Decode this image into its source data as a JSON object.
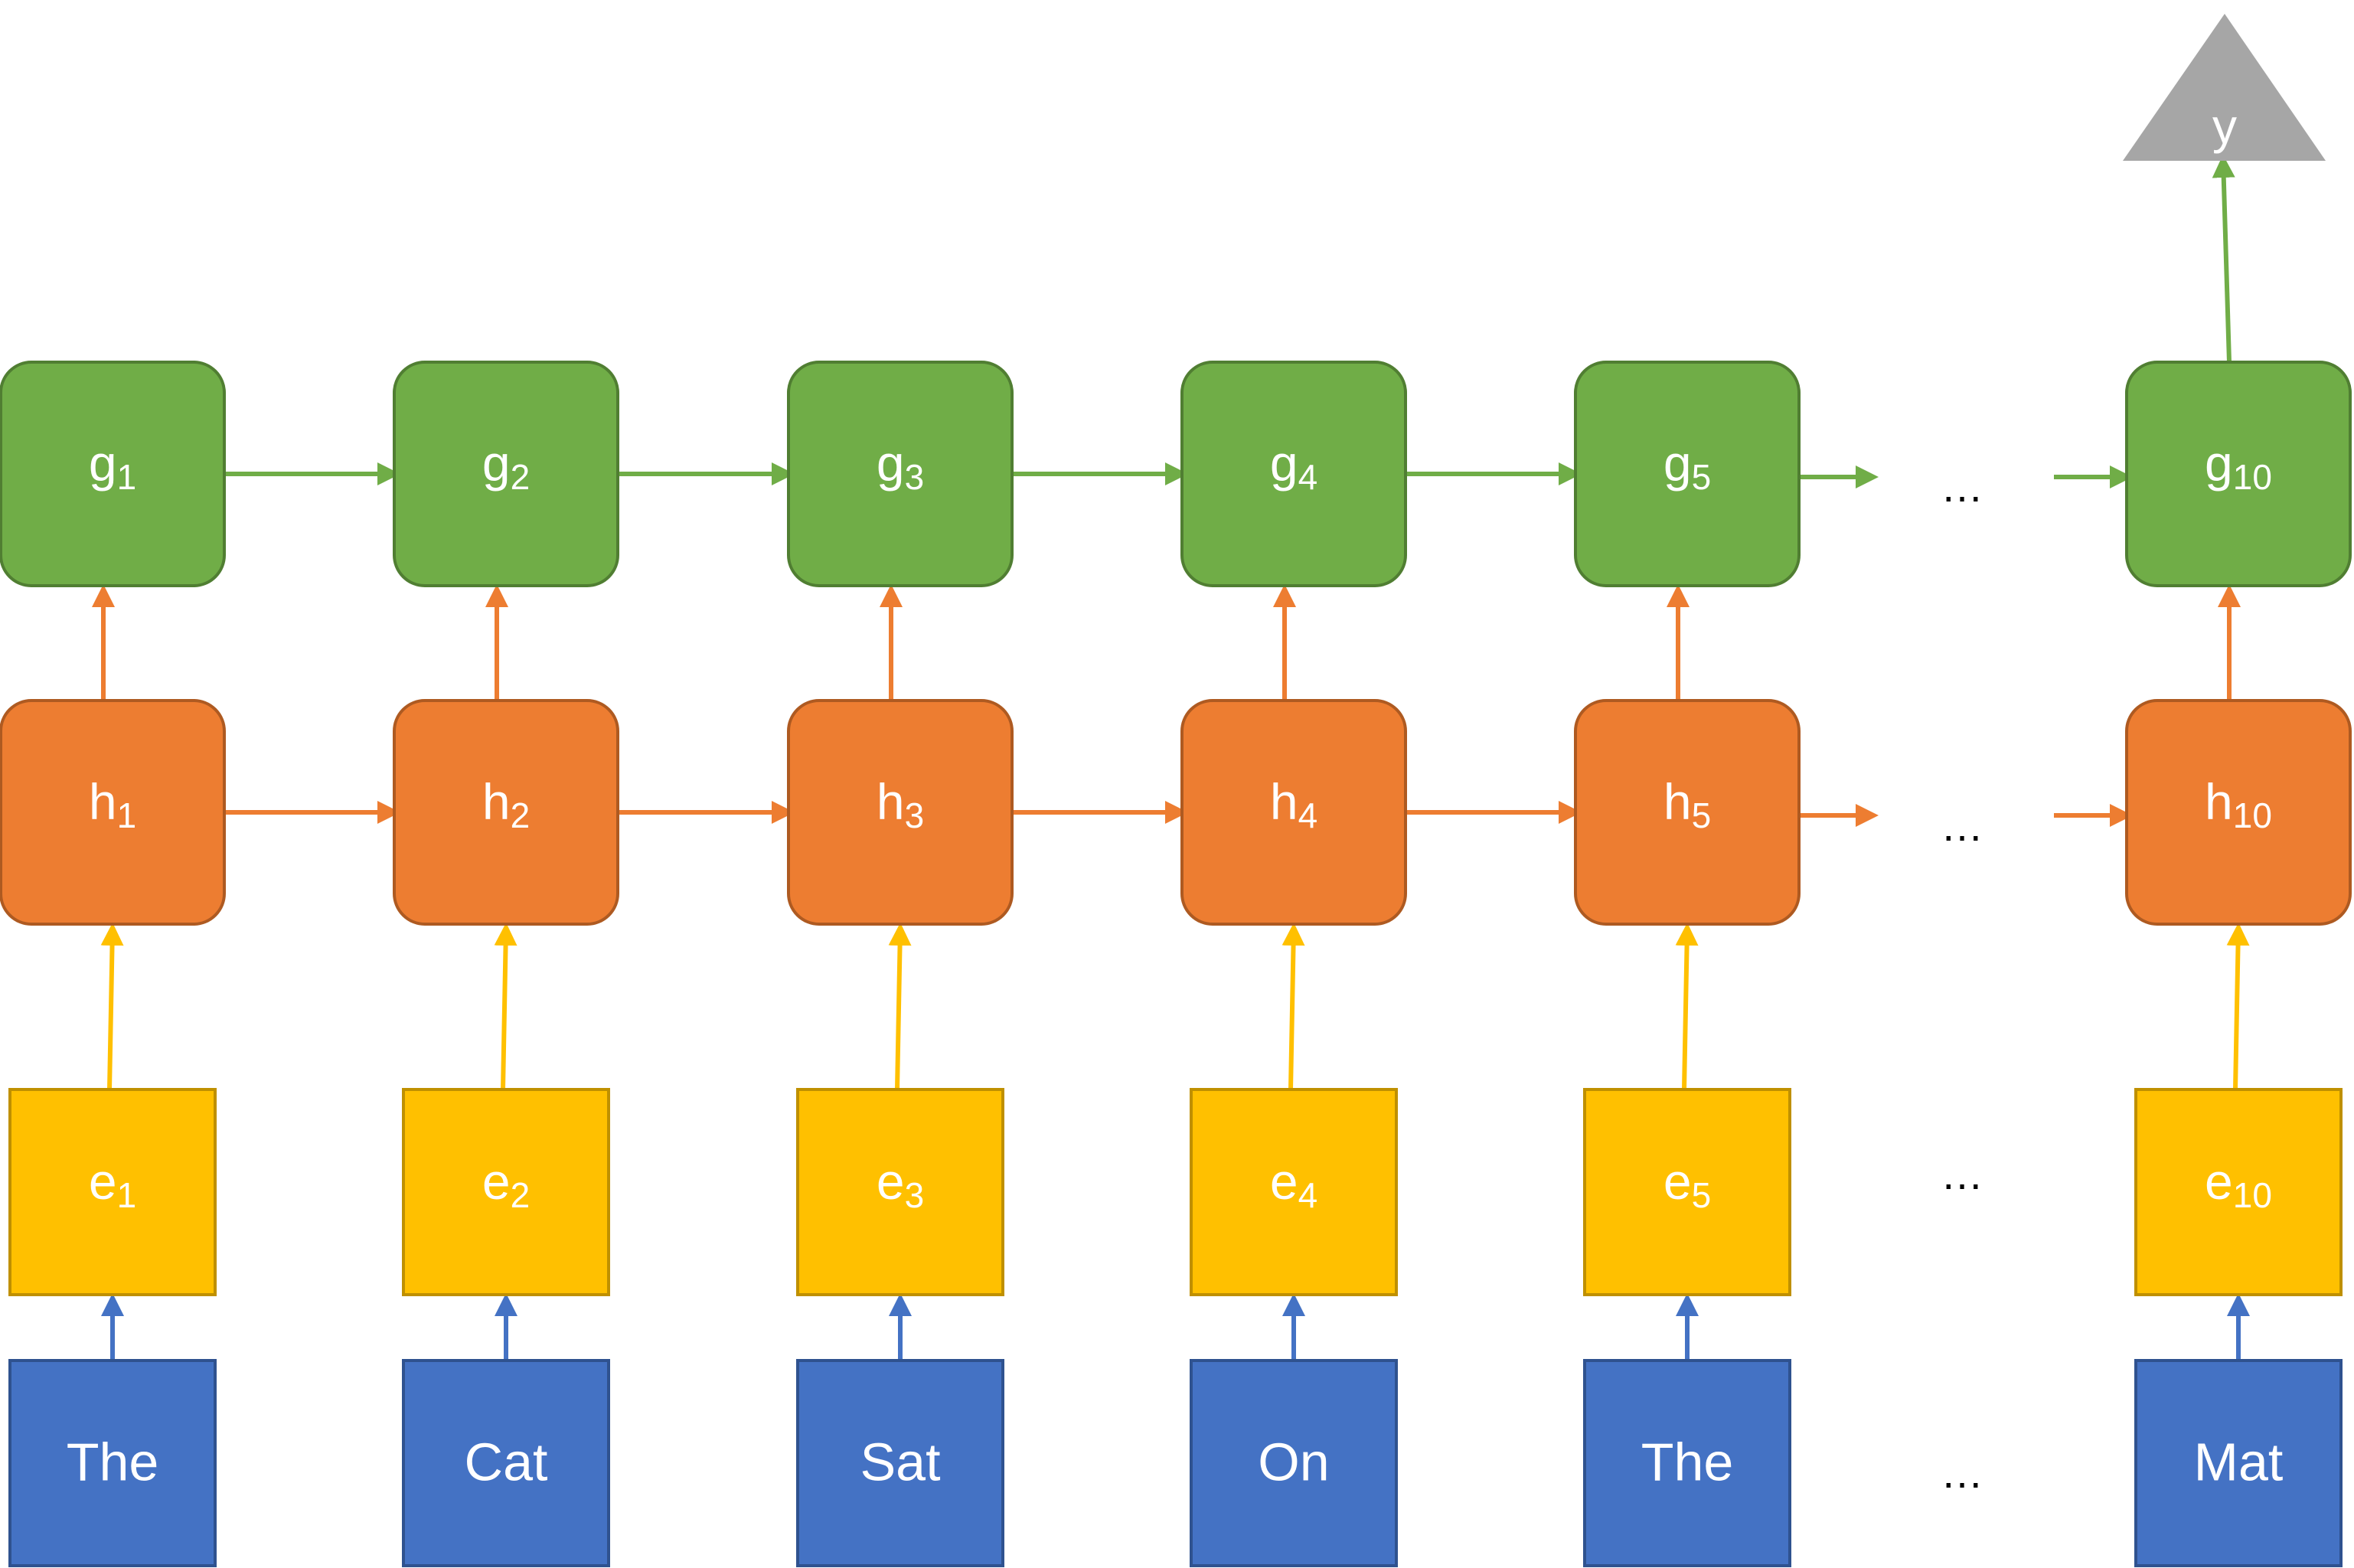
{
  "colors": {
    "token_fill": "#4472C4",
    "token_stroke": "#2F528F",
    "embed_fill": "#FFC000",
    "embed_stroke": "#BF9000",
    "h_fill": "#ED7D31",
    "h_stroke": "#AE5A21",
    "g_fill": "#70AD47",
    "g_stroke": "#507E32",
    "output_fill": "#A6A6A6",
    "token_arrow": "#4472C4",
    "embed_arrow": "#FFC000",
    "h_arrow": "#ED7D31",
    "g_arrow": "#70AD47"
  },
  "tokens": [
    "The",
    "Cat",
    "Sat",
    "On",
    "The",
    "Mat"
  ],
  "embeddings": [
    {
      "base": "e",
      "sub": "1"
    },
    {
      "base": "e",
      "sub": "2"
    },
    {
      "base": "e",
      "sub": "3"
    },
    {
      "base": "e",
      "sub": "4"
    },
    {
      "base": "e",
      "sub": "5"
    },
    {
      "base": "e",
      "sub": "10"
    }
  ],
  "hidden": [
    {
      "base": "h",
      "sub": "1"
    },
    {
      "base": "h",
      "sub": "2"
    },
    {
      "base": "h",
      "sub": "3"
    },
    {
      "base": "h",
      "sub": "4"
    },
    {
      "base": "h",
      "sub": "5"
    },
    {
      "base": "h",
      "sub": "10"
    }
  ],
  "upper": [
    {
      "base": "g",
      "sub": "1"
    },
    {
      "base": "g",
      "sub": "2"
    },
    {
      "base": "g",
      "sub": "3"
    },
    {
      "base": "g",
      "sub": "4"
    },
    {
      "base": "g",
      "sub": "5"
    },
    {
      "base": "g",
      "sub": "10"
    }
  ],
  "output": {
    "label": "y"
  },
  "ellipsis": "…"
}
